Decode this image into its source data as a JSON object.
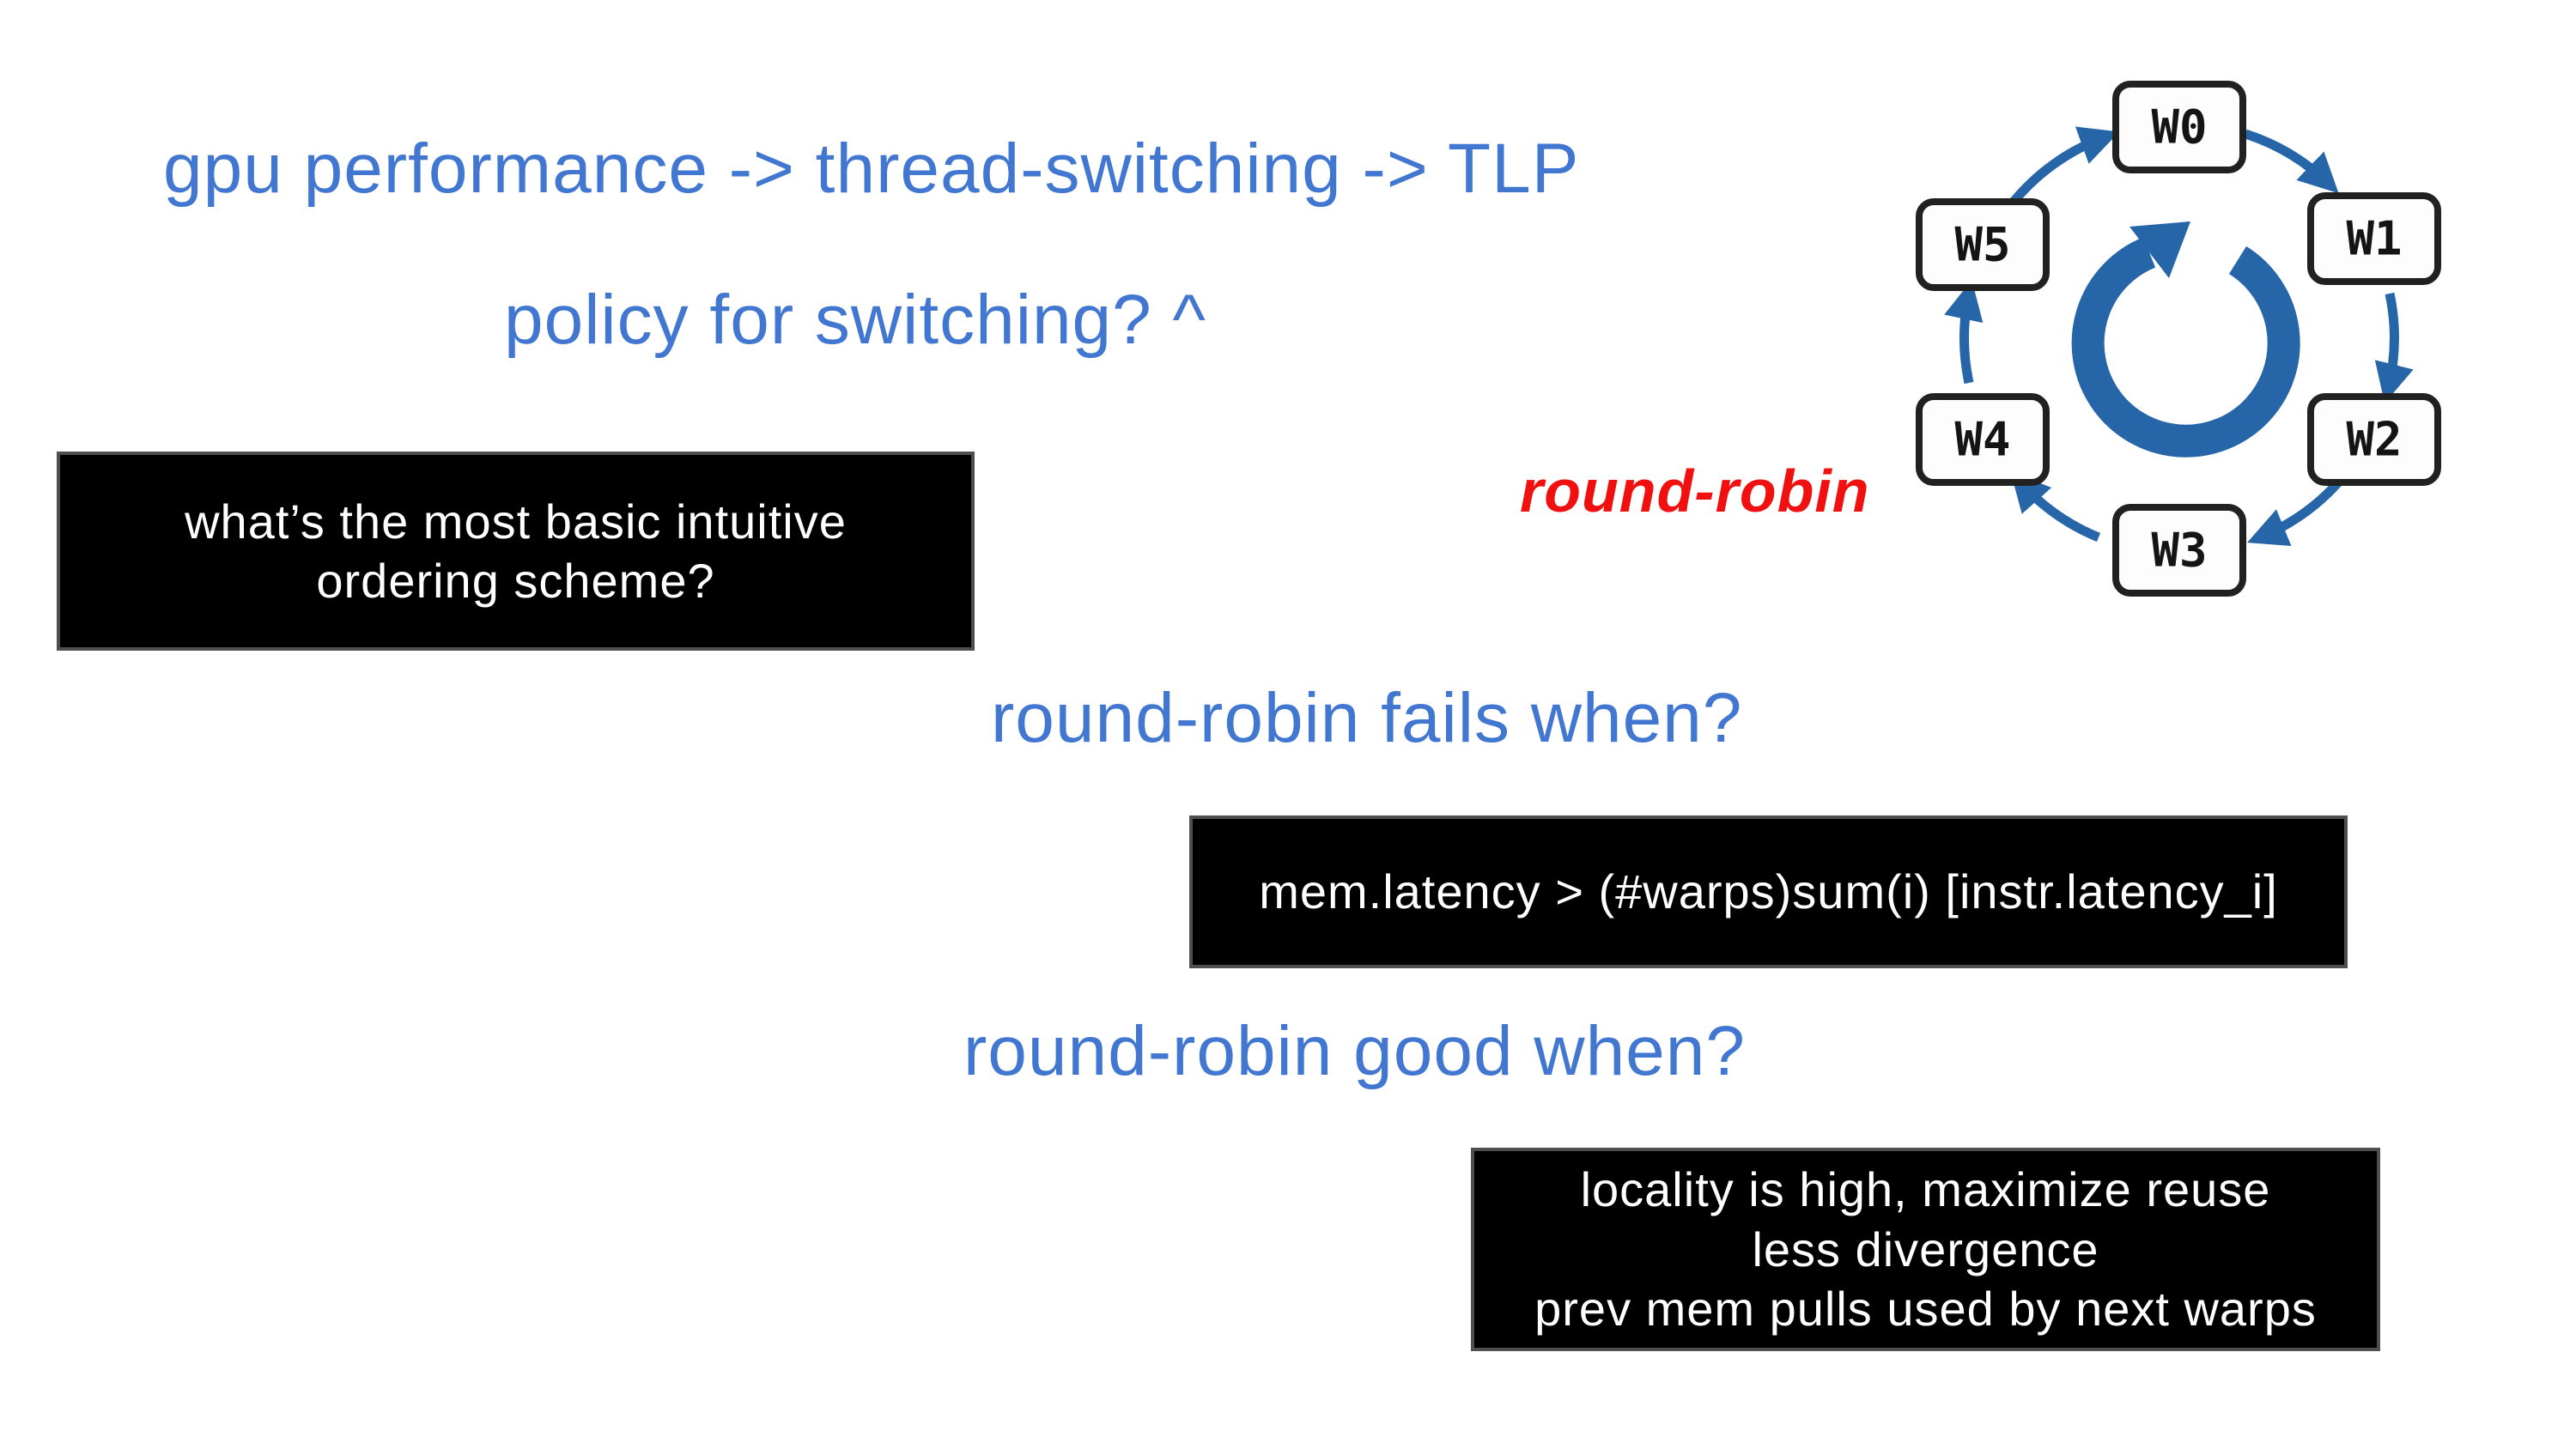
{
  "canvas": {
    "background": "#ffffff"
  },
  "palette": {
    "heading_blue": "#4176d1",
    "annotation_red": "#f01010",
    "diagram_blue": "#2565a8",
    "answer_box_bg": "#000000",
    "answer_box_border": "#4f4f4f",
    "answer_box_text": "#ffffff",
    "warp_node_border": "#212121"
  },
  "notes": {
    "topic": "gpu performance -> thread-switching -> TLP",
    "policy_question": "policy for switching? ^",
    "annotation": "round-robin",
    "fails_question": "round-robin fails when?",
    "good_question": "round-robin good when?"
  },
  "answers": {
    "basic_scheme": {
      "lines": [
        "what’s the most basic intuitive",
        "ordering scheme?"
      ]
    },
    "fails_when": {
      "lines": [
        "mem.latency > (#warps)sum(i) [instr.latency_i]"
      ]
    },
    "good_when": {
      "lines": [
        "locality is high, maximize reuse",
        "less divergence",
        "prev mem pulls used by next warps"
      ]
    }
  },
  "diagram": {
    "warps": [
      "W0",
      "W1",
      "W2",
      "W3",
      "W4",
      "W5"
    ]
  }
}
